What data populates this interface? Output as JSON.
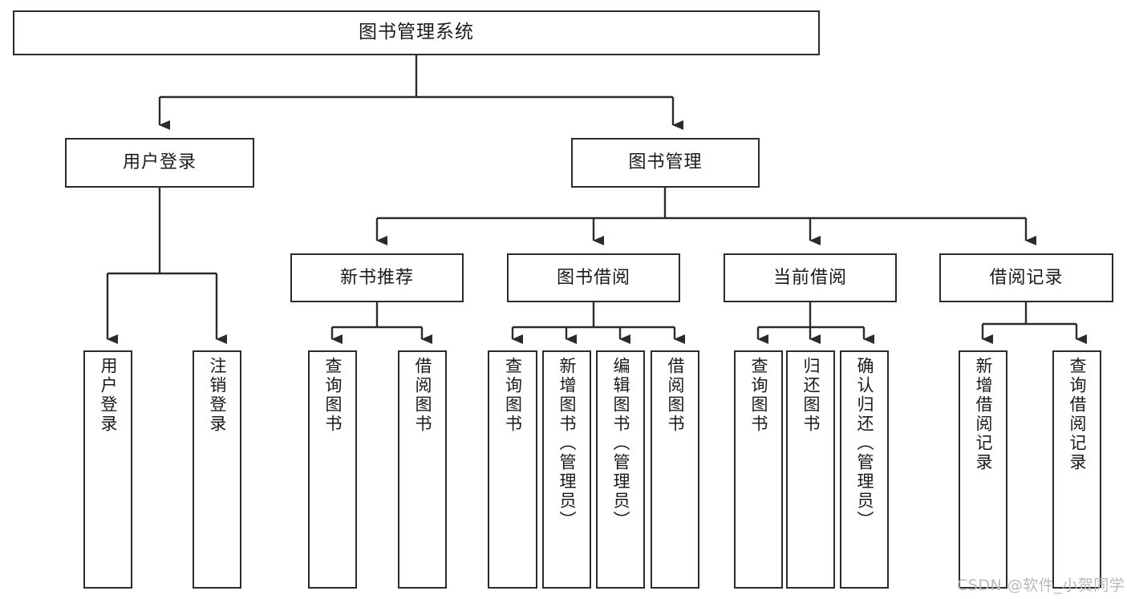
{
  "diagram": {
    "title": "图书管理系统",
    "type": "tree",
    "stroke_color": "#2b2b2b",
    "fill_color": "#ffffff",
    "text_color": "#1a1a1a"
  },
  "nodes": {
    "root": {
      "label": "图书管理系统"
    },
    "level2": [
      {
        "label": "用户登录"
      },
      {
        "label": "图书管理"
      }
    ],
    "level3": [
      {
        "label": "新书推荐"
      },
      {
        "label": "图书借阅"
      },
      {
        "label": "当前借阅"
      },
      {
        "label": "借阅记录"
      }
    ],
    "leaves": {
      "user_login": [
        {
          "label": "用户登录"
        },
        {
          "label": "注销登录"
        }
      ],
      "new_book_recommend": [
        {
          "label": "查询图书"
        },
        {
          "label": "借阅图书"
        }
      ],
      "book_borrow": [
        {
          "label": "查询图书"
        },
        {
          "label": "新增图书（管理员）"
        },
        {
          "label": "编辑图书（管理员）"
        },
        {
          "label": "借阅图书"
        }
      ],
      "current_borrow": [
        {
          "label": "查询图书"
        },
        {
          "label": "归还图书"
        },
        {
          "label": "确认归还（管理员）"
        }
      ],
      "borrow_record": [
        {
          "label": "新增借阅记录"
        },
        {
          "label": "查询借阅记录"
        }
      ]
    }
  },
  "watermark": {
    "text": "CSDN @软件_小贺同学"
  }
}
